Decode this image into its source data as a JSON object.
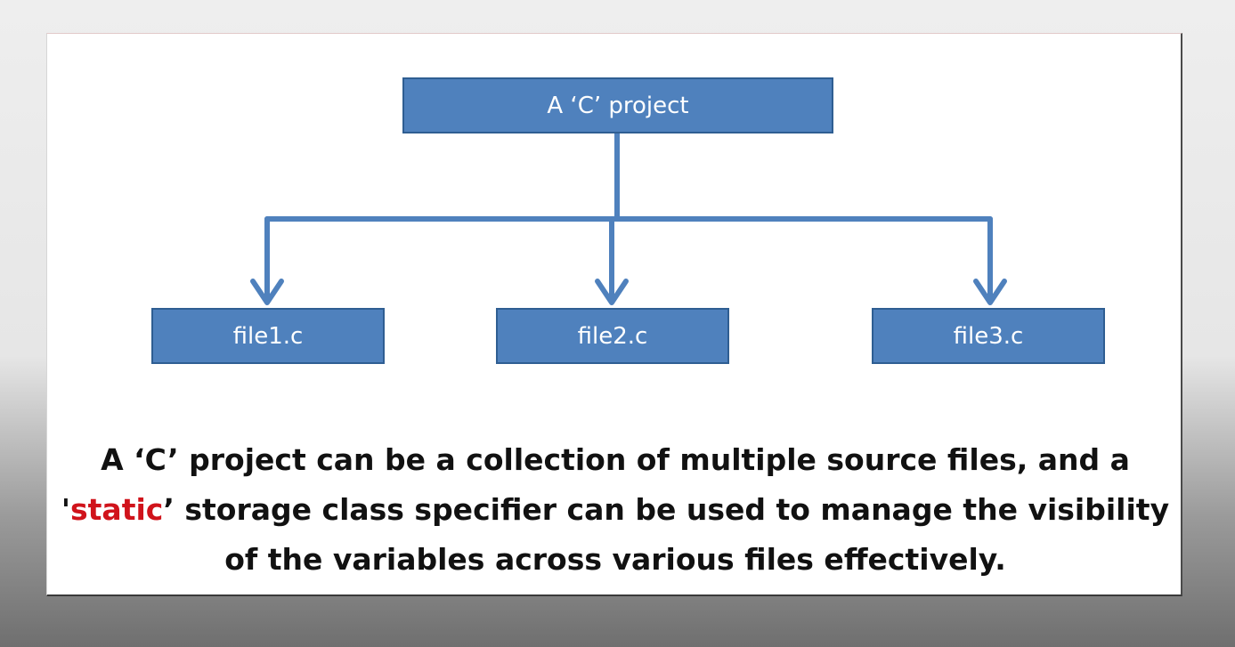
{
  "diagram": {
    "root": "A ‘C’ project",
    "children": [
      "file1.c",
      "file2.c",
      "file3.c"
    ]
  },
  "caption": {
    "line1": "A ‘C’ project can be a collection of multiple source files, and a",
    "line2_prefix": "'",
    "line2_keyword": "static",
    "line2_suffix": "’ storage class specifier can be used to manage the visibility",
    "line3": "of the variables across various files effectively."
  },
  "colors": {
    "box_fill": "#4f81bd",
    "box_border": "#2f5e92",
    "keyword": "#d0131b"
  }
}
